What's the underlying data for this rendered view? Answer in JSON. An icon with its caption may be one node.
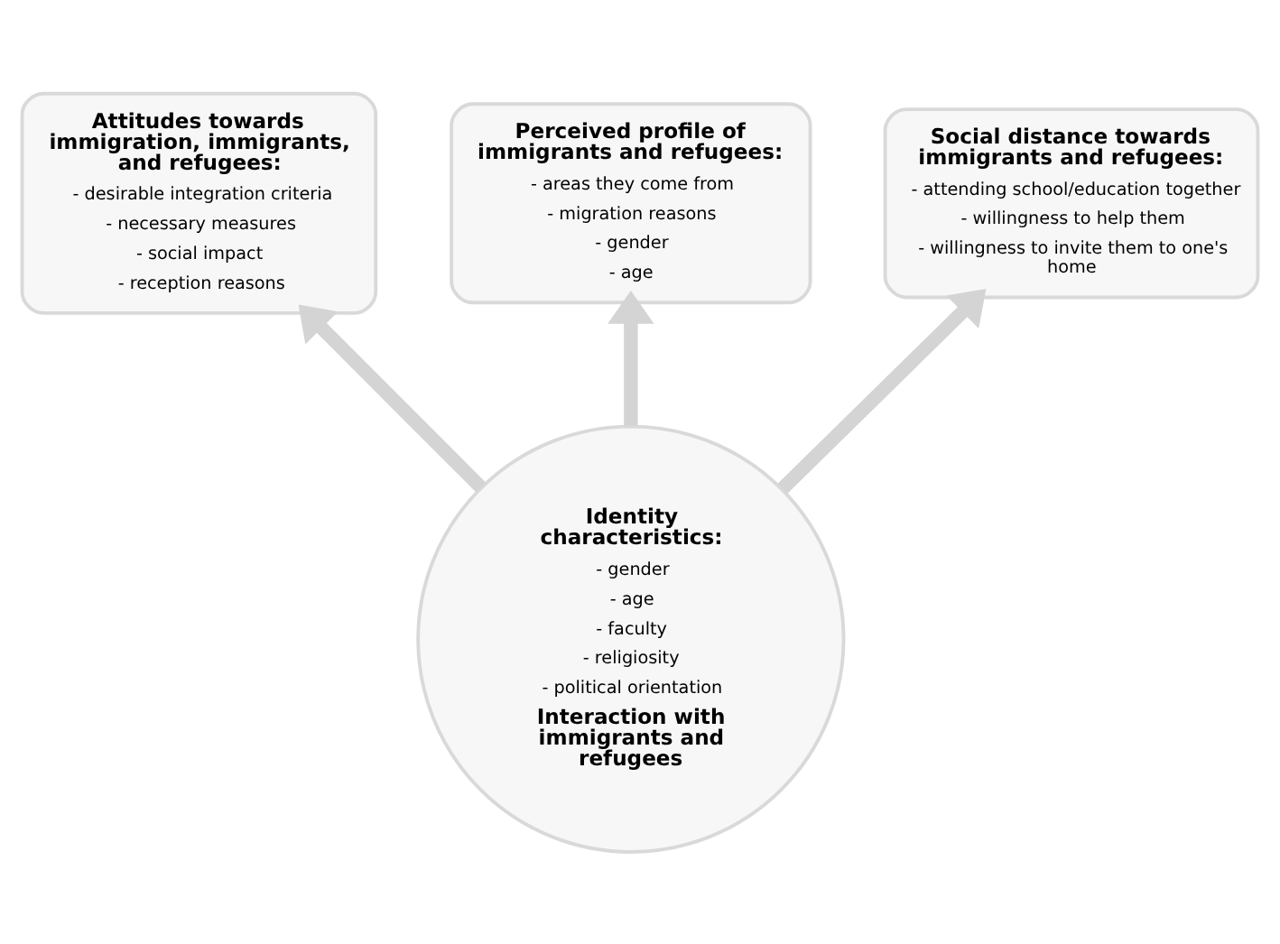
{
  "diagram": {
    "nodes": [
      {
        "text": [
          "Perceived profile of immigrants and refugees:",
          "- areas they come from",
          "- migration reasons",
          "- gender",
          "- age"
        ]
      },
      {
        "text": [
          "Attitudes towards immigration, immigrants, and refugees:",
          "- desirable integration criteria",
          "- necessary measures",
          "- social impact",
          "- reception reasons"
        ]
      },
      {
        "text": [
          "Social distance towards immigrants and refugees:",
          "- attending school/education together",
          "- willingness to help them",
          "- willingness to invite them to one's home"
        ]
      },
      {
        "text": [
          "Identity characteristics:",
          "- gender",
          "- age",
          "- faculty",
          "- religiosity",
          "- political orientation",
          "Interaction with immigrants and refugees"
        ]
      }
    ],
    "edges": [
      {
        "from": 3,
        "to": 1,
        "arrow": "to"
      },
      {
        "from": 3,
        "to": 0,
        "arrow": "to"
      },
      {
        "from": 3,
        "to": 2,
        "arrow": "to"
      }
    ]
  }
}
